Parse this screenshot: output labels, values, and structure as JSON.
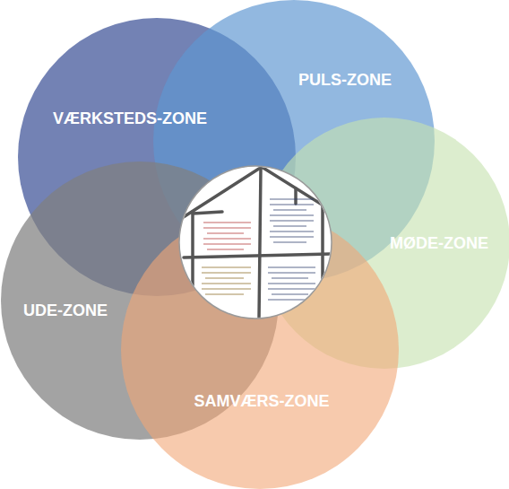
{
  "diagram": {
    "nodes": [
      {
        "text": [
          "VÆRKSTEDS-ZONE"
        ]
      },
      {
        "text": [
          "PULS-ZONE"
        ]
      },
      {
        "text": [
          "MØDE-ZONE"
        ]
      },
      {
        "text": [
          "UDE-ZONE"
        ]
      },
      {
        "text": [
          "SAMVÆRS-ZONE"
        ]
      }
    ]
  }
}
